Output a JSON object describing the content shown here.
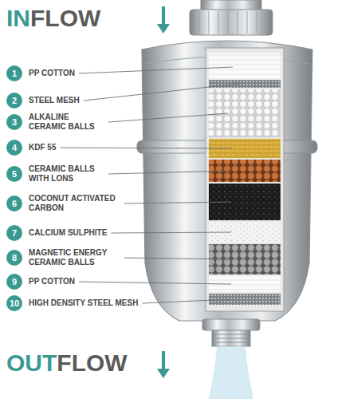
{
  "diagram": {
    "nodes": [
      {
        "text": [
          "1",
          "PP COTTON"
        ]
      },
      {
        "text": [
          "2",
          "STEEL MESH"
        ]
      },
      {
        "text": [
          "3",
          "ALKALINE CERAMIC BALLS"
        ]
      },
      {
        "text": [
          "4",
          "KDF 55"
        ]
      },
      {
        "text": [
          "5",
          "CERAMIC BALLS WITH LONS"
        ]
      },
      {
        "text": [
          "6",
          "COCONUT ACTIVATED CARBON"
        ]
      },
      {
        "text": [
          "7",
          "CALCIUM SULPHITE"
        ]
      },
      {
        "text": [
          "8",
          "MAGNETIC ENERGY CERAMIC BALLS"
        ]
      },
      {
        "text": [
          "9",
          "PP COTTON"
        ]
      },
      {
        "text": [
          "10",
          "HIGH DENSITY STEEL MESH"
        ]
      }
    ],
    "labels": [
      "IN",
      "FLOW",
      "OUT",
      "FLOW"
    ]
  }
}
